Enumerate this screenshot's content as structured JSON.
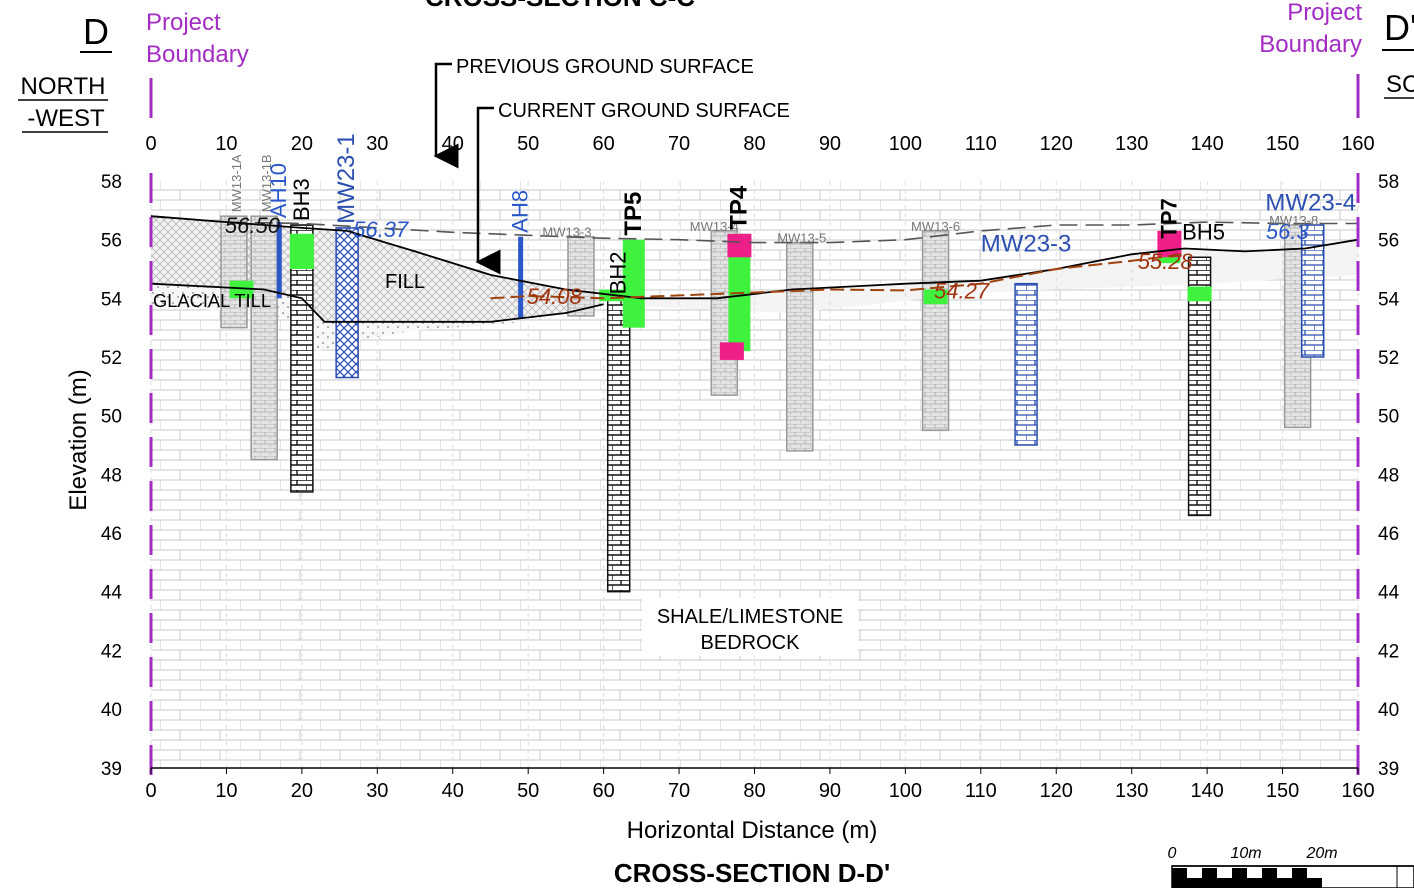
{
  "title_top": "CROSS-SECTION C-C",
  "title_bottom": "CROSS-SECTION D-D'",
  "section": {
    "left_letter": "D",
    "left_direction": [
      "NORTH",
      "-WEST"
    ],
    "right_letter": "D'",
    "right_direction": "SC"
  },
  "boundary_label": [
    "Project",
    "Boundary"
  ],
  "axes": {
    "xlabel": "Horizontal Distance (m)",
    "ylabel": "Elevation (m)",
    "x_range": [
      0,
      160
    ],
    "y_range": [
      39,
      58
    ],
    "x_ticks": [
      0,
      10,
      20,
      30,
      40,
      50,
      60,
      70,
      80,
      90,
      100,
      110,
      120,
      130,
      140,
      150,
      160
    ],
    "y_ticks": [
      58,
      56,
      54,
      52,
      50,
      48,
      46,
      44,
      42,
      40,
      39
    ]
  },
  "annotations": {
    "previous_ground": "PREVIOUS GROUND SURFACE",
    "current_ground": "CURRENT GROUND SURFACE",
    "fill": "FILL",
    "glacial_till": "GLACIAL TILL",
    "bedrock": [
      "SHALE/LIMESTONE",
      "BEDROCK"
    ]
  },
  "chart_data": {
    "type": "cross-section",
    "previous_ground_surface": [
      [
        0,
        56.8
      ],
      [
        10,
        56.6
      ],
      [
        20,
        56.55
      ],
      [
        30,
        56.4
      ],
      [
        40,
        56.25
      ],
      [
        50,
        56.15
      ],
      [
        60,
        56.05
      ],
      [
        70,
        56.0
      ],
      [
        80,
        55.9
      ],
      [
        90,
        55.9
      ],
      [
        100,
        56.0
      ],
      [
        110,
        56.3
      ],
      [
        120,
        56.5
      ],
      [
        130,
        56.5
      ],
      [
        140,
        56.6
      ],
      [
        150,
        56.55
      ],
      [
        160,
        56.55
      ]
    ],
    "current_ground_surface": [
      [
        0,
        56.8
      ],
      [
        10,
        56.6
      ],
      [
        20,
        56.4
      ],
      [
        26,
        56.3
      ],
      [
        35,
        55.6
      ],
      [
        45,
        54.8
      ],
      [
        55,
        54.3
      ],
      [
        65,
        54.0
      ],
      [
        75,
        54.0
      ],
      [
        85,
        54.3
      ],
      [
        100,
        54.5
      ],
      [
        110,
        54.6
      ],
      [
        120,
        55.0
      ],
      [
        130,
        55.5
      ],
      [
        137,
        55.7
      ],
      [
        145,
        55.6
      ],
      [
        153,
        55.7
      ],
      [
        160,
        56.0
      ]
    ],
    "fill_base": [
      [
        0,
        54.5
      ],
      [
        15,
        54.3
      ],
      [
        20,
        54.0
      ],
      [
        23,
        53.2
      ],
      [
        35,
        53.2
      ],
      [
        45,
        53.2
      ],
      [
        55,
        53.5
      ],
      [
        60,
        53.8
      ]
    ],
    "groundwater": [
      [
        45,
        54.0
      ],
      [
        50,
        54.08
      ],
      [
        60,
        54.0
      ],
      [
        70,
        54.1
      ],
      [
        80,
        54.2
      ],
      [
        90,
        54.3
      ],
      [
        100,
        54.27
      ],
      [
        110,
        54.5
      ],
      [
        120,
        55.0
      ],
      [
        130,
        55.28
      ],
      [
        137,
        55.5
      ]
    ],
    "water_levels": [
      {
        "x": 9,
        "label": "56.50"
      },
      {
        "x": 26,
        "label": "56.37"
      },
      {
        "x": 49,
        "label": "54.08"
      },
      {
        "x": 103,
        "label": "54.27"
      },
      {
        "x": 130,
        "label": "55.28"
      },
      {
        "x": 147,
        "label": "56.3"
      }
    ],
    "boreholes": [
      {
        "id": "MW13-1A",
        "x": 11,
        "top": 56.8,
        "bottom": 53.0,
        "style": "grey-dashed"
      },
      {
        "id": "MW13-1B",
        "x": 15,
        "top": 56.8,
        "bottom": 48.5,
        "style": "grey-dashed"
      },
      {
        "id": "AH10",
        "x": 17,
        "top": 56.6,
        "bottom": 54.0,
        "style": "blue-line"
      },
      {
        "id": "BH3",
        "x": 20,
        "top": 56.5,
        "bottom": 47.4,
        "style": "black-brick"
      },
      {
        "id": "MW23-1",
        "x": 26,
        "top": 56.4,
        "bottom": 51.3,
        "style": "blue-crosshatch"
      },
      {
        "id": "AH8",
        "x": 49,
        "top": 56.1,
        "bottom": 53.3,
        "style": "blue-line"
      },
      {
        "id": "MW13-3",
        "x": 57,
        "top": 56.1,
        "bottom": 53.4,
        "style": "grey-dashed"
      },
      {
        "id": "BH2",
        "x": 62,
        "top": 54.0,
        "bottom": 44.0,
        "style": "black-brick"
      },
      {
        "id": "TP5",
        "x": 64,
        "top": 56.0,
        "bottom": 53.0,
        "style": "green"
      },
      {
        "id": "MW13-4",
        "x": 76,
        "top": 56.3,
        "bottom": 50.7,
        "style": "grey-dashed"
      },
      {
        "id": "TP4",
        "x": 78,
        "top": 56.2,
        "bottom": 52.2,
        "style": "green"
      },
      {
        "id": "MW13-5",
        "x": 86,
        "top": 55.9,
        "bottom": 48.8,
        "style": "grey-dashed"
      },
      {
        "id": "MW13-6",
        "x": 104,
        "top": 56.3,
        "bottom": 49.5,
        "style": "grey-dashed"
      },
      {
        "id": "MW23-3",
        "x": 116,
        "top": 54.5,
        "bottom": 49.0,
        "style": "blue-brick"
      },
      {
        "id": "TP7",
        "x": 135,
        "top": 55.9,
        "bottom": 55.2,
        "style": "green"
      },
      {
        "id": "BH5",
        "x": 139,
        "top": 55.4,
        "bottom": 46.6,
        "style": "black-brick"
      },
      {
        "id": "MW13-8",
        "x": 152,
        "top": 56.5,
        "bottom": 49.6,
        "style": "grey-dashed"
      },
      {
        "id": "MW23-4",
        "x": 154,
        "top": 56.5,
        "bottom": 52.0,
        "style": "blue-brick"
      }
    ],
    "samples_green": [
      {
        "x": 12,
        "from": 54.6,
        "to": 54.0
      },
      {
        "x": 20,
        "from": 56.2,
        "to": 55.0
      },
      {
        "x": 61,
        "from": 54.3,
        "to": 53.9
      },
      {
        "x": 104,
        "from": 54.3,
        "to": 53.8
      },
      {
        "x": 139,
        "from": 54.4,
        "to": 53.9
      }
    ],
    "samples_magenta": [
      {
        "x": 78,
        "from": 56.2,
        "to": 55.4
      },
      {
        "x": 77,
        "from": 52.5,
        "to": 51.9
      },
      {
        "x": 135,
        "from": 56.3,
        "to": 55.4
      }
    ]
  },
  "scale_bar": {
    "labels": [
      "0",
      "10m",
      "20m"
    ]
  }
}
